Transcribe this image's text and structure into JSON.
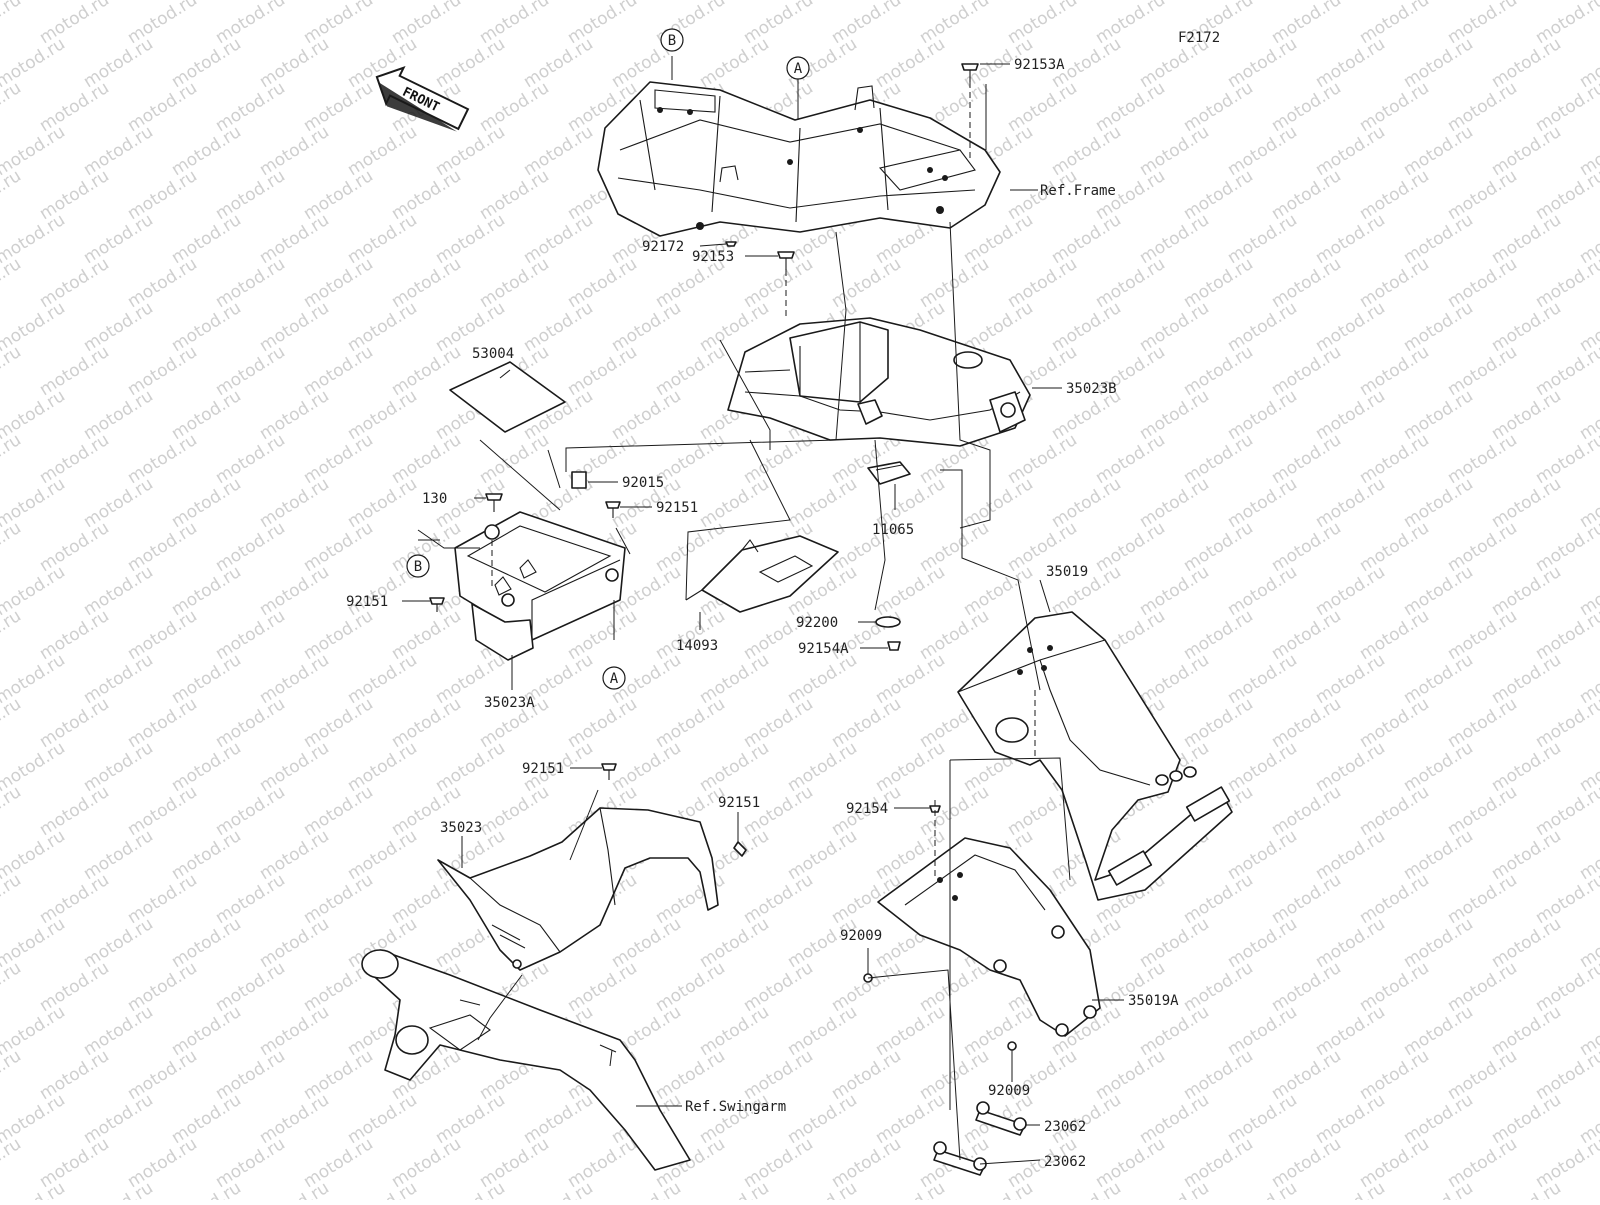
{
  "diagram_code": "F2172",
  "front_label": "FRONT",
  "watermark": "motod.ru",
  "references": {
    "frame": "Ref.Frame",
    "swingarm": "Ref.Swingarm"
  },
  "callouts": {
    "a_top": "A",
    "a_bottom": "A",
    "b_top": "B",
    "b_left": "B"
  },
  "parts": {
    "p92153A": "92153A",
    "p92153": "92153",
    "p92172": "92172",
    "p35023B": "35023B",
    "p53004": "53004",
    "p92015": "92015",
    "p130": "130",
    "p92151_box": "92151",
    "p92151_side": "92151",
    "p11065": "11065",
    "p35023A": "35023A",
    "p14093": "14093",
    "p92200": "92200",
    "p92154A": "92154A",
    "p35019": "35019",
    "p92151_fender_top": "92151",
    "p92151_fender_right": "92151",
    "p35023": "35023",
    "p92154": "92154",
    "p92009_left": "92009",
    "p92009_bottom": "92009",
    "p35019A": "35019A",
    "p23062_upper": "23062",
    "p23062_lower": "23062"
  }
}
